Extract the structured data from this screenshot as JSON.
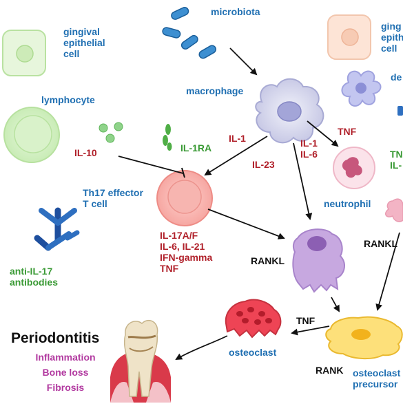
{
  "labels": {
    "microbiota": "microbiota",
    "gingival_cell_left": "gingival\nepithelial\ncell",
    "gingival_cell_right": "ging\nepith\ncell",
    "dendritic_partial": "de",
    "lymphocyte": "lymphocyte",
    "macrophage": "macrophage",
    "il10": "IL-10",
    "il1ra": "IL-1RA",
    "il1_mac": "IL-1",
    "il23": "IL-23",
    "tnf_top": "TNF",
    "il1_il6": "IL-1\nIL-6",
    "tn_partial": "TN\nIL-",
    "th17": "Th17 effector\nT cell",
    "th17_cytokines": "IL-17A/F\nIL-6, IL-21\nIFN-gamma\nTNF",
    "neutrophil": "neutrophil",
    "rankl_mid": "RANKL",
    "rankl_right": "RANKL",
    "anti_il17": "anti-IL-17\nantibodies",
    "tnf_bottom": "TNF",
    "rank": "RANK",
    "osteoclast": "osteoclast",
    "osteoclast_precursor": "osteoclast\nprecursor"
  },
  "outcome": {
    "title": "Periodontitis",
    "items": [
      "Inflammation",
      "Bone loss",
      "Fibrosis"
    ]
  },
  "colors": {
    "label_blue": "#1f6fb2",
    "label_red": "#b0202a",
    "label_green": "#3a9a35",
    "label_purple": "#b23aa0",
    "arrow": "#111111"
  }
}
